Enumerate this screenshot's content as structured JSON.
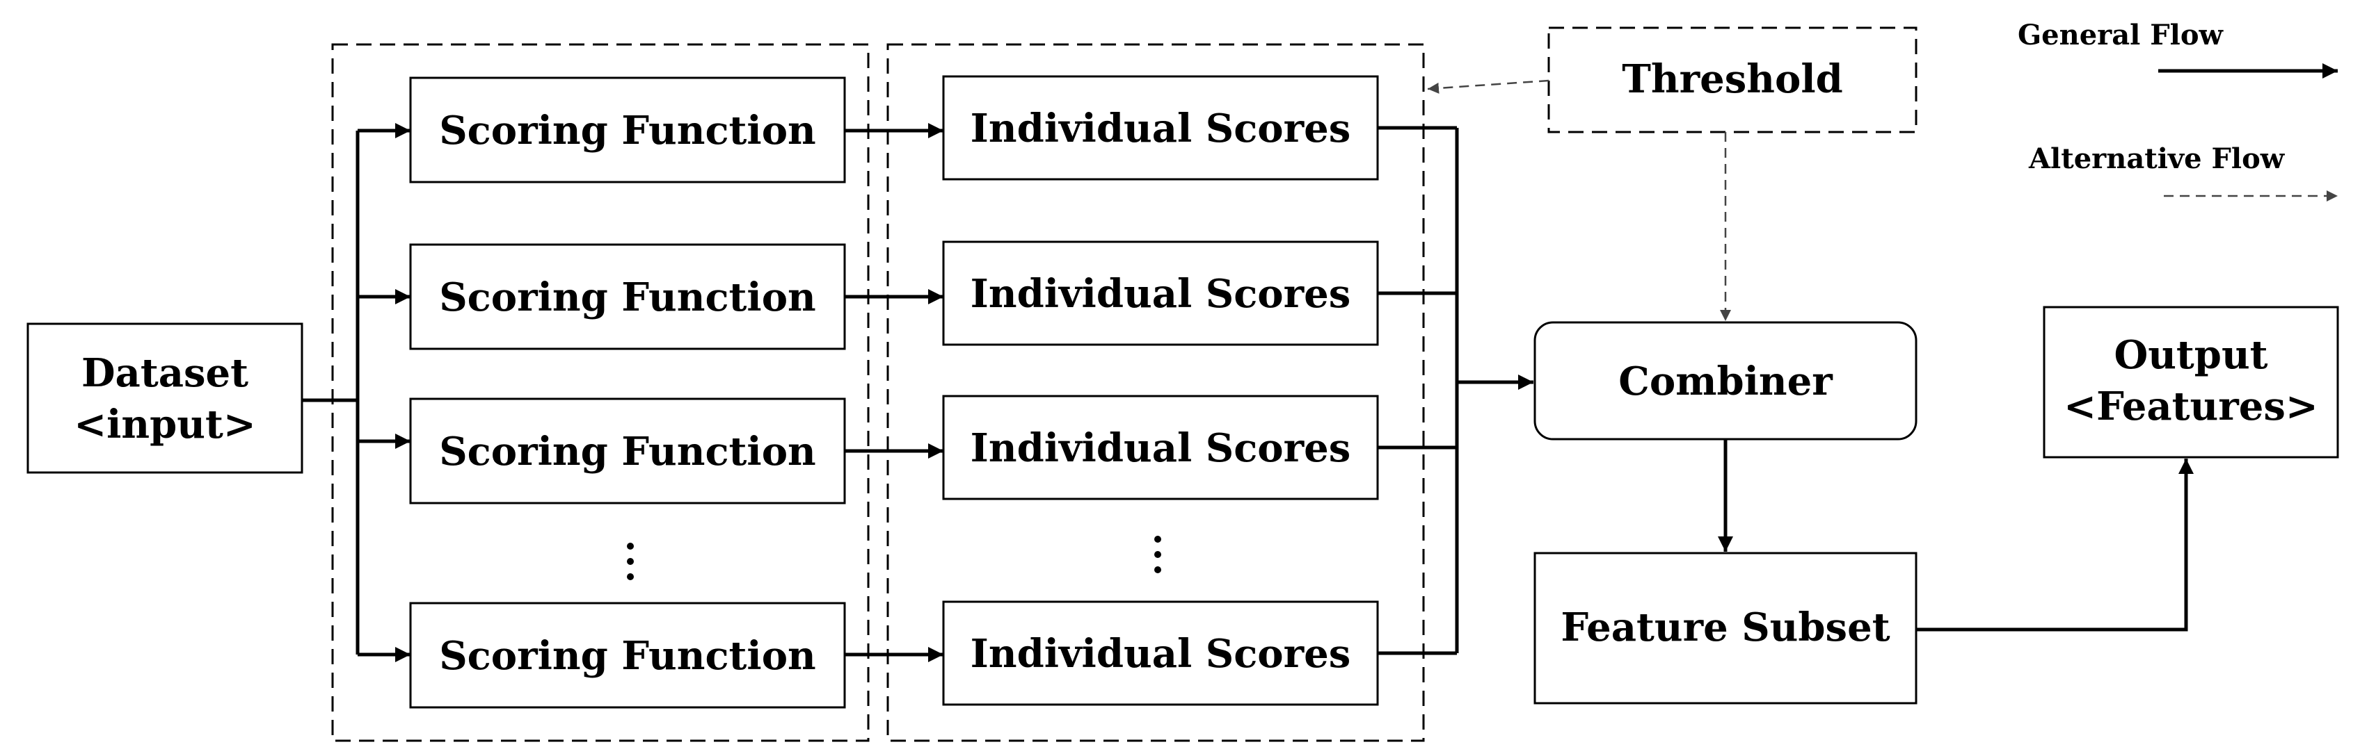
{
  "legend": {
    "general_flow": "General Flow",
    "alternative_flow": "Alternative Flow"
  },
  "dataset": {
    "line1": "Dataset",
    "line2": "<input>"
  },
  "scoring_functions": [
    {
      "label": "Scoring Function"
    },
    {
      "label": "Scoring Function"
    },
    {
      "label": "Scoring Function"
    },
    {
      "label": "Scoring Function"
    }
  ],
  "individual_scores": [
    {
      "label": "Individual Scores"
    },
    {
      "label": "Individual Scores"
    },
    {
      "label": "Individual Scores"
    },
    {
      "label": "Individual Scores"
    }
  ],
  "threshold": {
    "label": "Threshold"
  },
  "combiner": {
    "label": "Combiner"
  },
  "feature_subset": {
    "label": "Feature Subset"
  },
  "output": {
    "line1": "Output",
    "line2": "<Features>"
  }
}
